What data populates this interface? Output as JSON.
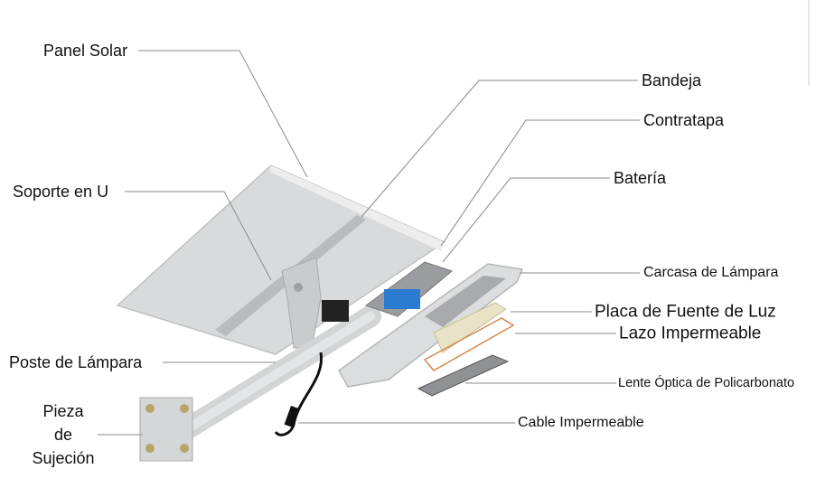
{
  "labels": {
    "panel_solar": "Panel Solar",
    "bandeja": "Bandeja",
    "contratapa": "Contratapa",
    "bateria": "Batería",
    "soporte_u": "Soporte en U",
    "carcasa": "Carcasa de Lámpara",
    "placa": "Placa de Fuente de Luz",
    "lazo": "Lazo Impermeable",
    "lente": "Lente Óptica de Policarbonato",
    "cable": "Cable Impermeable",
    "poste": "Poste de Lámpara",
    "pieza": [
      "Pieza",
      "de",
      "Sujeción"
    ]
  }
}
